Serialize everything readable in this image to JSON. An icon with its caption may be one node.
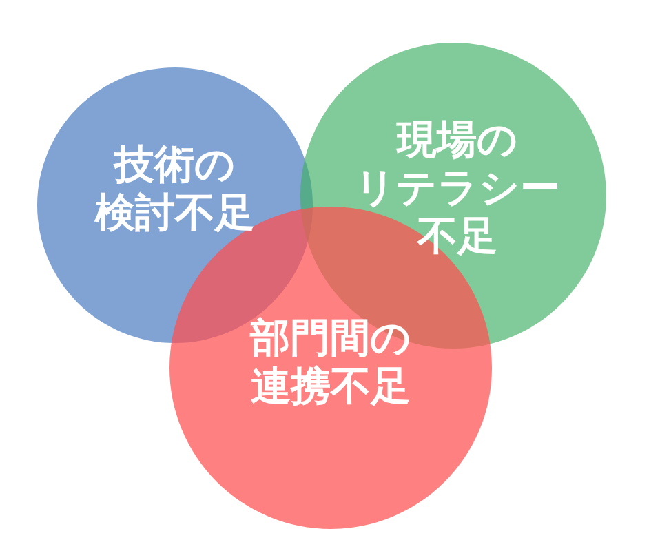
{
  "diagram": {
    "nodes": [
      {
        "text": [
          "技術の検討不足"
        ]
      },
      {
        "text": [
          "現場のリテラシー不足"
        ]
      },
      {
        "text": [
          "部門間の連携不足"
        ]
      }
    ]
  }
}
